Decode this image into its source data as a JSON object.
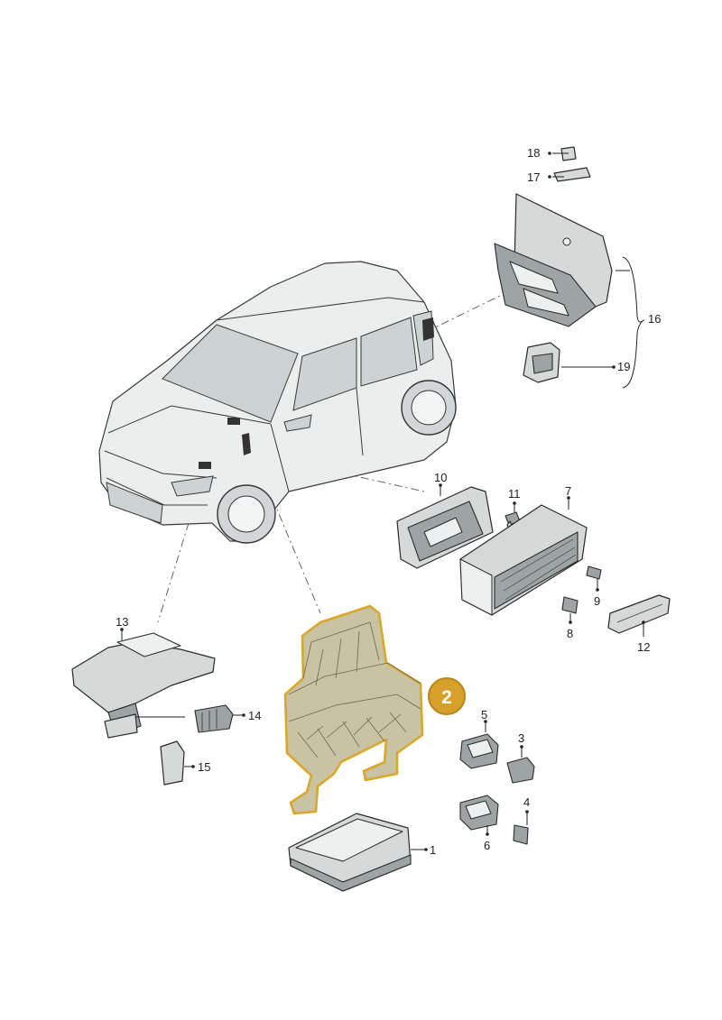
{
  "diagram": {
    "highlight_color": "#d6a02a",
    "highlighted_part": "2",
    "callouts": {
      "c1": "1",
      "c2": "2",
      "c3": "3",
      "c4": "4",
      "c5": "5",
      "c6": "6",
      "c7": "7",
      "c8": "8",
      "c9": "9",
      "c10": "10",
      "c11": "11",
      "c12": "12",
      "c13": "13",
      "c14": "14",
      "c15": "15",
      "c16": "16",
      "c17": "17",
      "c18": "18",
      "c19": "19"
    }
  }
}
